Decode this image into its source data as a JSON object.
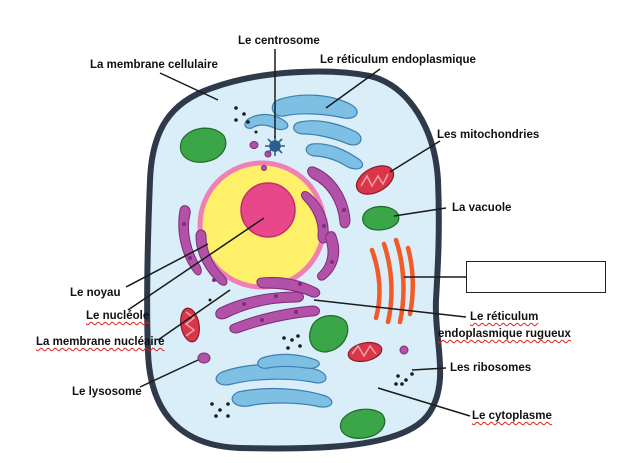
{
  "labels": {
    "centrosome": "Le centrosome",
    "membrane_cellulaire": "La membrane cellulaire",
    "reticulum_endoplasmique": "Le réticulum endoplasmique",
    "mitochondries": "Les mitochondries",
    "vacuole": "La vacuole",
    "noyau": "Le noyau",
    "nucleole": "Le nucléole",
    "membrane_nucleaire": "La membrane nucléaire",
    "reticulum_rugueux_line1": "Le réticulum",
    "reticulum_rugueux_line2": "endoplasmique rugueux",
    "ribosomes": "Les ribosomes",
    "lysosome": "Le lysosome",
    "cytoplasme": "Le cytoplasme",
    "blank_answer": ""
  },
  "colors": {
    "cell_fill": "#d9eef8",
    "cell_outline": "#2e3a4a",
    "nucleus_yellow": "#fff06a",
    "nucleus_border": "#f07fb5",
    "nucleolus": "#e8488a",
    "er_blue": "#7ec0e4",
    "rough_er_purple": "#b350a8",
    "mitochondria_red": "#d9364a",
    "vacuole_green": "#3aa648",
    "golgi_orange": "#f25a28",
    "centrosome_blue": "#2b5f8c",
    "misspelling_underline": "#e02020"
  }
}
